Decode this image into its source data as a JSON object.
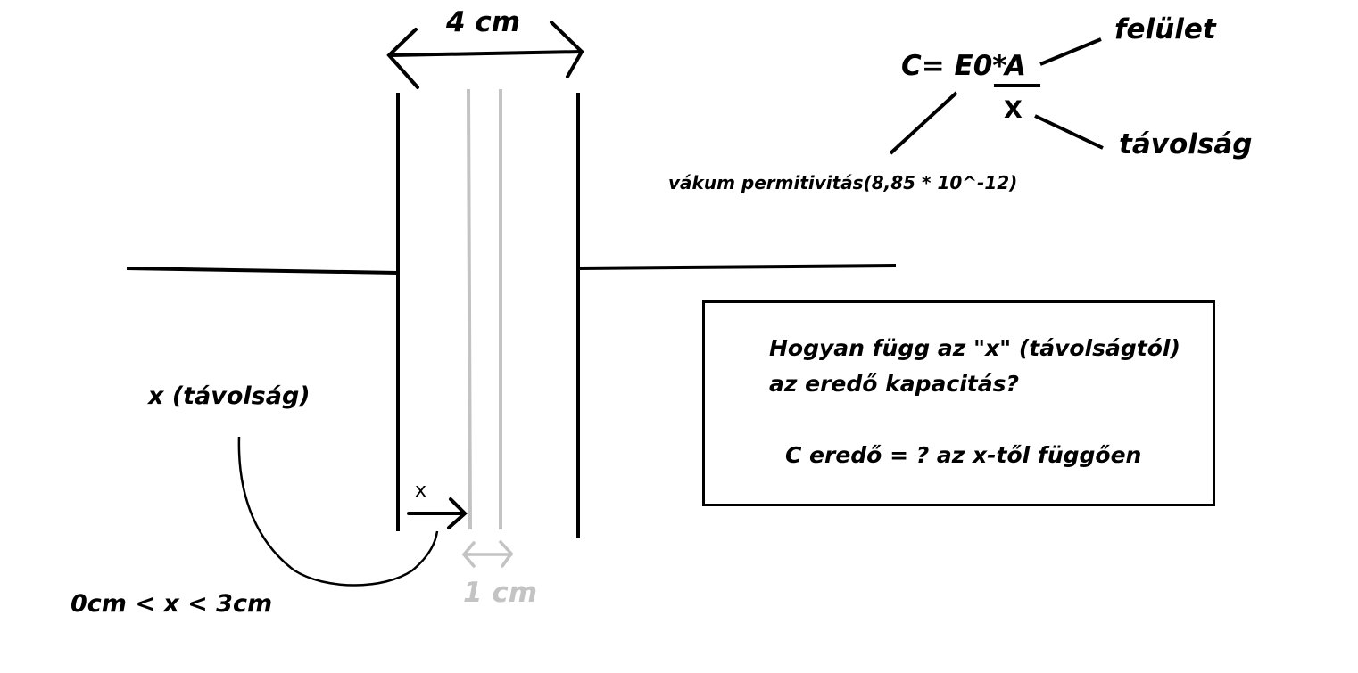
{
  "diagram": {
    "plate_distance_label": "4 cm",
    "slab_thickness_label": "1 cm",
    "x_arrow_label": "x",
    "x_description": "x (távolság)",
    "x_range": "0cm < x < 3cm"
  },
  "formula": {
    "lhs": "C= E0*",
    "numerator": "A",
    "denominator": "X",
    "numerator_meaning": "felület",
    "denominator_meaning": "távolság",
    "constant_meaning": "vákum permitivitás(8,85 * 10^-12)"
  },
  "question": {
    "line1": "Hogyan függ az \"x\" (távolságtól)",
    "line2": "az eredő kapacitás?",
    "line3": "C eredő = ?  az x-től függően"
  },
  "colors": {
    "ink": "#000000",
    "dielectric_gray": "#c3c3c3",
    "background": "#ffffff"
  }
}
